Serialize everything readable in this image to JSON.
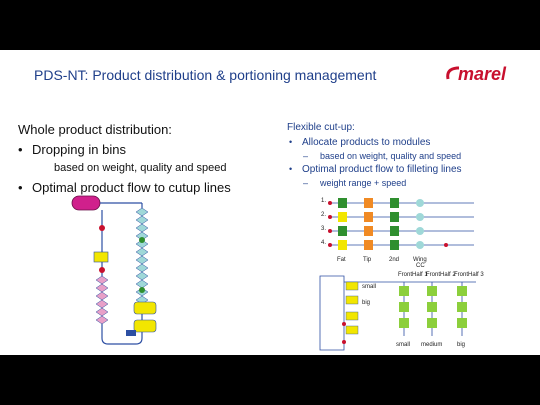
{
  "slide": {
    "title": "PDS-NT: Product distribution & portioning management",
    "logo_text": "marel",
    "left": {
      "heading": "Whole product distribution:",
      "bullet_1": "Dropping in bins",
      "sub_1": "based on weight, quality and speed",
      "bullet_2": "Optimal product flow to cutup lines"
    },
    "right": {
      "heading": "Flexible cut-up:",
      "bullet_1": "Allocate products to modules",
      "sub_1": "based on weight, quality and speed",
      "bullet_2": "Optimal product flow to filleting lines",
      "sub_2": "weight range + speed"
    },
    "cutup_diagram": {
      "row_labels": [
        "1.",
        "2.",
        "3.",
        "4."
      ],
      "column_labels": [
        "Fat",
        "Tip",
        "2nd",
        "Wing",
        "CC"
      ]
    },
    "fillet_diagram": {
      "headers": [
        "FrontHalf 1",
        "FrontHalf 2",
        "FrontHalf 3"
      ],
      "side_labels": [
        "small",
        "big"
      ],
      "bottom_labels": [
        "small",
        "medium",
        "big"
      ]
    }
  },
  "colors": {
    "title": "#1f3f8a",
    "brand_red": "#c8102e",
    "line_blue": "#2d4fa3",
    "magenta": "#d0208c",
    "yellow": "#f2e600",
    "green": "#2f8f2f",
    "orange": "#f08a24",
    "teal": "#9fd8d8"
  }
}
